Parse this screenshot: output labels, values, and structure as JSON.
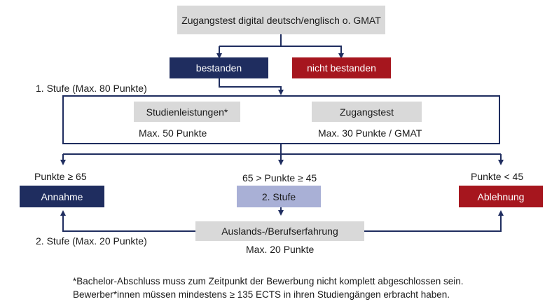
{
  "colors": {
    "navy": "#1f2d5f",
    "red": "#a6161e",
    "grey": "#d9d9d9",
    "lavender": "#a9b0d6"
  },
  "test": {
    "label": "Zugangstest digital deutsch/englisch o. GMAT"
  },
  "result": {
    "passed": "bestanden",
    "failed": "nicht bestanden"
  },
  "stage1": {
    "label": "1. Stufe (Max. 80 Punkte)",
    "academic": {
      "label": "Studienleistungen*",
      "points": "Max. 50 Punkte"
    },
    "admission_test": {
      "label": "Zugangstest",
      "points": "Max. 30 Punkte / GMAT"
    }
  },
  "outcomes": {
    "accept": {
      "condition": "Punkte ≥ 65",
      "label": "Annahme"
    },
    "second": {
      "condition": "65 > Punkte ≥ 45",
      "label": "2. Stufe"
    },
    "reject": {
      "condition": "Punkte < 45",
      "label": "Ablehnung"
    }
  },
  "stage2": {
    "label": "2. Stufe (Max. 20 Punkte)",
    "experience": {
      "label": "Auslands-/Berufserfahrung",
      "points": "Max. 20 Punkte"
    }
  },
  "footnotes": [
    "*Bachelor-Abschluss muss zum Zeitpunkt der Bewerbung nicht komplett abgeschlossen sein.",
    "Bewerber*innen müssen mindestens ≥ 135 ECTS in ihren Studiengängen erbracht haben."
  ]
}
